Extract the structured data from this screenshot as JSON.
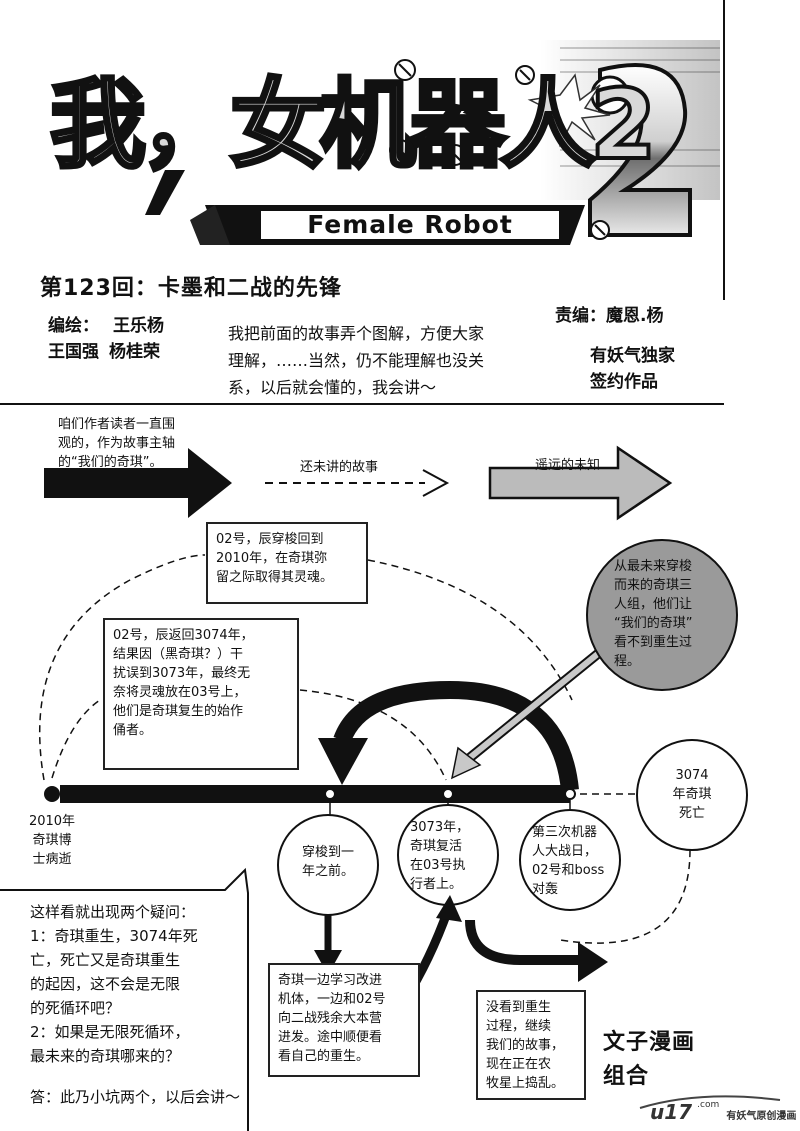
{
  "logo": {
    "title_cn": "我，女机器人2",
    "subtitle_en": "Female Robot"
  },
  "chapter_title": "第123回：卡墨和二战的先锋",
  "credits": {
    "writer_label": "编绘：",
    "writer_1": "王乐杨",
    "writer_2": "王国强",
    "writer_3": "杨桂荣",
    "editor_label": "责编：",
    "editor": "魔恩.杨",
    "exclusive_1": "有妖气独家",
    "exclusive_2": "签约作品"
  },
  "intro_note": [
    "我把前面的故事弄个图解，方便大家",
    "理解，……当然，仍不能理解也没关",
    "系，以后就会懂的，我会讲～"
  ],
  "arrows": {
    "main_axis_note": [
      "咱们作者读者一直围",
      "观的，作为故事主轴",
      "的“我们的奇琪”。"
    ],
    "untold_story": "还未讲的故事",
    "distant_unknown": "遥远的未知"
  },
  "notes": {
    "box_02_shuttle": [
      "02号，辰穿梭回到",
      "2010年，在奇琪弥",
      "留之际取得其灵魂。"
    ],
    "box_02_return": [
      "02号，辰返回3074年，",
      "结果因（黑奇琪？）干",
      "扰误到3073年，最终无",
      "奈将灵魂放在03号上，",
      "他们是奇琪复生的始作",
      "俑者。"
    ],
    "trio_circle": [
      "从最未来穿梭",
      "而来的奇琪三",
      "人组，他们让",
      "“我们的奇琪”",
      "看不到重生过",
      "程。"
    ],
    "death_3074": [
      "3074",
      "年奇琪",
      "死亡"
    ],
    "year_2010": [
      "2010年",
      "奇琪博",
      "士病逝"
    ],
    "circle_back": [
      "穿梭到一",
      "年之前。"
    ],
    "circle_3073": [
      "3073年，",
      "奇琪复活",
      "在03号执",
      "行者上。"
    ],
    "circle_war": [
      "第三次机器",
      "人大战日，",
      "02号和boss",
      "对轰"
    ],
    "box_learning": [
      "奇琪一边学习改进",
      "机体，一边和02号",
      "向二战残余大本营",
      "进发。途中顺便看",
      "看自己的重生。"
    ],
    "box_not_seen": [
      "没看到重生",
      "过程，继续",
      "我们的故事，",
      "现在正在农",
      "牧星上捣乱。"
    ]
  },
  "questions": {
    "lines": [
      "这样看就出现两个疑问：",
      "1：奇琪重生，3074年死",
      "亡，死亡又是奇琪重生",
      "的起因，这不会是无限",
      "的死循环吧？",
      "2：如果是无限死循环，",
      "最未来的奇琪哪来的？"
    ],
    "answer": "答：此乃小坑两个，以后会讲～"
  },
  "studio": [
    "文子漫画",
    "组合"
  ],
  "watermark": {
    "site": "u17",
    "site_sub": ".com",
    "slogan": "有妖气原创漫画"
  },
  "colors": {
    "ink": "#111111",
    "arrow_gray": "#bbbbbb",
    "circle_gray": "#9a9a9a",
    "paper": "#ffffff"
  }
}
